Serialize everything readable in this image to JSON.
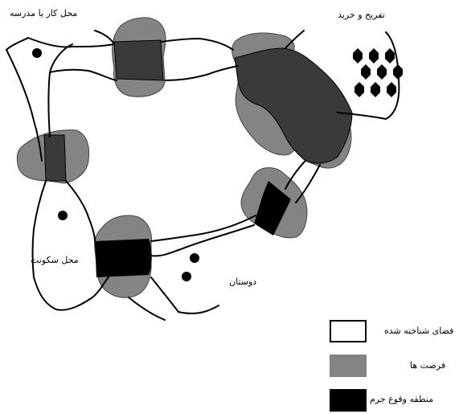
{
  "labels": {
    "work_school": "محل کار یا مدرسه",
    "recreation_shopping": "تفریح و خرید",
    "residence": "محل سکونت",
    "friends": "دوستان"
  },
  "legend": {
    "known_space": "فضای شناخته شده",
    "opportunities": "فرصت ها",
    "crime_area": "منطقه وقوع جرم"
  },
  "colors": {
    "opportunity": "#848484",
    "overlap": "#3a3a3a",
    "crime": "#000000",
    "known": "#ffffff",
    "stroke": "#000000"
  }
}
